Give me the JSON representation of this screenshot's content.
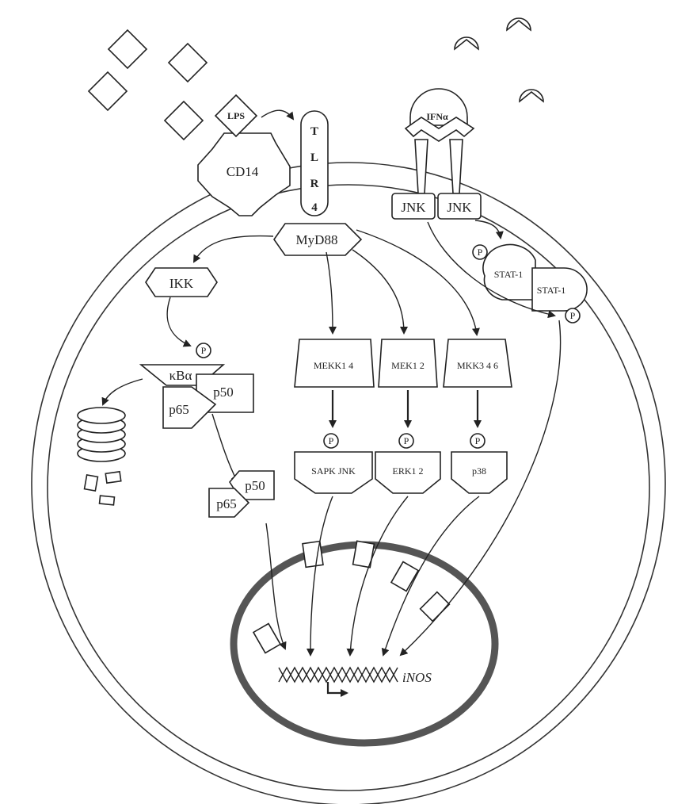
{
  "labels": {
    "lps": "LPS",
    "cd14": "CD14",
    "tlr4": [
      "T",
      "L",
      "R",
      "4"
    ],
    "ifn": "IFNα",
    "jnk": "JNK",
    "myd88": "MyD88",
    "ikk": "IKK",
    "ikba": "κBα",
    "p50": "p50",
    "p65": "p65",
    "stat1": "STAT-1",
    "p": "P",
    "mekk14": "MEKK1 4",
    "mek12": "MEK1 2",
    "mkk346": "MKK3 4 6",
    "sapk": "SAPK JNK",
    "erk12": "ERK1 2",
    "p38": "p38",
    "inos": "iNOS"
  },
  "colors": {
    "line": "#222222",
    "nucleus_membrane": "#555555",
    "background": "#ffffff"
  }
}
